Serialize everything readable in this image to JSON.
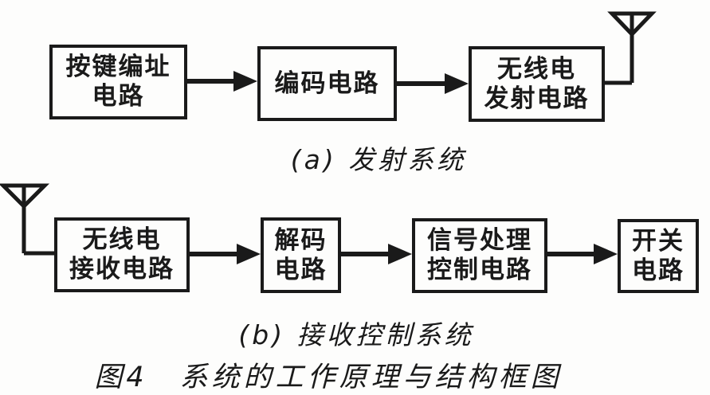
{
  "figure": {
    "caption_a": "(a) 发射系统",
    "caption_b": "(b) 接收控制系统",
    "title": "图4　系统的工作原理与结构框图"
  },
  "transmit": {
    "boxes": [
      {
        "name": "key-addressing-circuit",
        "label": "按键编址\n电路"
      },
      {
        "name": "encoder-circuit",
        "label": "编码电路"
      },
      {
        "name": "radio-transmit-circuit",
        "label": "无线电\n发射电路"
      }
    ],
    "antenna": "transmit-antenna"
  },
  "receive": {
    "boxes": [
      {
        "name": "radio-receive-circuit",
        "label": "无线电\n接收电路"
      },
      {
        "name": "decoder-circuit",
        "label": "解码\n电路"
      },
      {
        "name": "signal-processing-control-circuit",
        "label": "信号处理\n控制电路"
      },
      {
        "name": "switch-circuit",
        "label": "开关\n电路"
      }
    ],
    "antenna": "receive-antenna"
  },
  "colors": {
    "ink": "#1a1a1a",
    "background": "#fdfdfc"
  }
}
